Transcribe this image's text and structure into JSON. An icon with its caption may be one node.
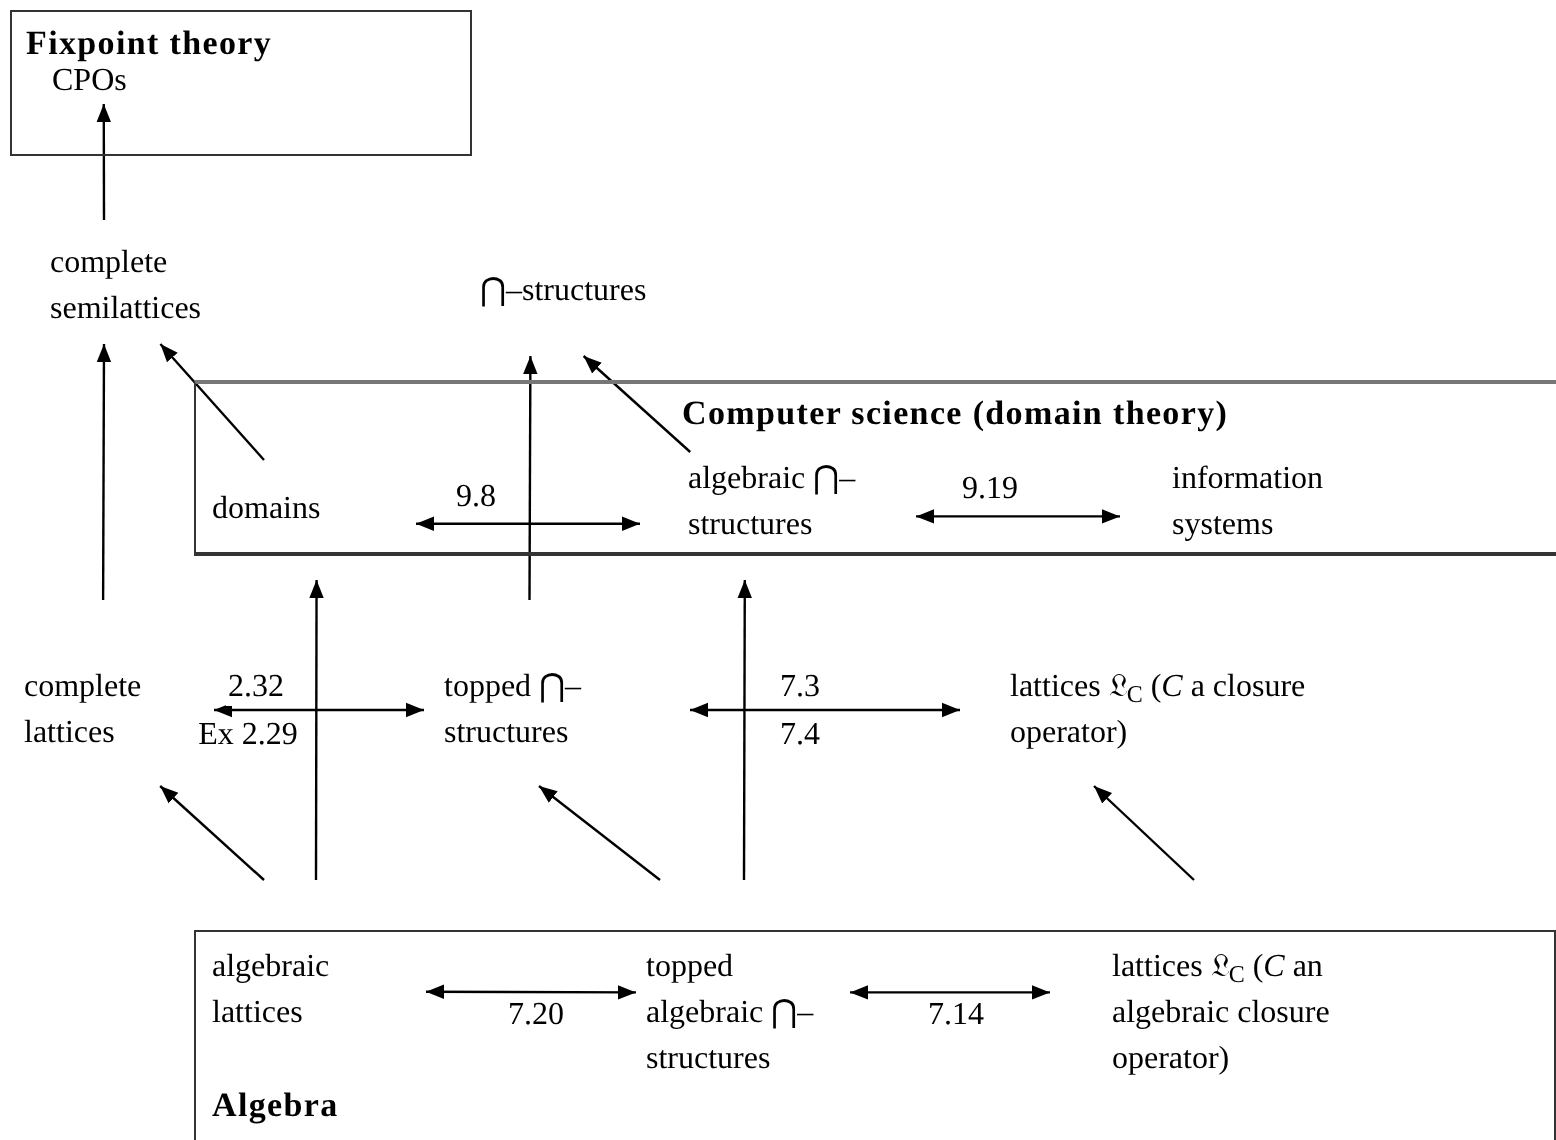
{
  "diagram": {
    "nodes": [
      {
        "text": [
          "Fixpoint theory"
        ]
      },
      {
        "text": [
          "CPOs"
        ],
        "in": 0
      },
      {
        "text": [
          "complete semilattices"
        ]
      },
      {
        "text": [
          "⋂–structures"
        ]
      },
      {
        "text": [
          "Computer science (domain theory)"
        ]
      },
      {
        "text": [
          "domains"
        ],
        "in": 4
      },
      {
        "text": [
          "algebraic ⋂–structures"
        ],
        "in": 4
      },
      {
        "text": [
          "information systems"
        ],
        "in": 4
      },
      {
        "text": [
          "complete lattices"
        ]
      },
      {
        "text": [
          "topped ⋂– structures"
        ]
      },
      {
        "text": [
          "lattices 𝔏$_{C}$ (*C* a closure operator)"
        ]
      },
      {
        "text": [
          "Algebra"
        ]
      },
      {
        "text": [
          "algebraic lattices"
        ],
        "in": 11
      },
      {
        "text": [
          "topped algebraic ⋂–structures"
        ],
        "in": 11
      },
      {
        "text": [
          "lattices 𝔏$_{C}$ (*C* an algebraic closure operator)"
        ],
        "in": 11
      }
    ],
    "edges": [
      {
        "from": 2,
        "to": 1,
        "arrow": "to"
      },
      {
        "from": 5,
        "to": 2,
        "arrow": "to"
      },
      {
        "from": 6,
        "to": 3,
        "arrow": "to"
      },
      {
        "from": 5,
        "to": 6,
        "arrow": "both",
        "label": "9.8"
      },
      {
        "from": 6,
        "to": 7,
        "arrow": "both",
        "label": "9.19"
      },
      {
        "from": 8,
        "to": 2,
        "arrow": "to"
      },
      {
        "from": 9,
        "to": 3,
        "arrow": "to"
      },
      {
        "from": 8,
        "to": 9,
        "arrow": "both",
        "label": "2.32"
      },
      {
        "from": 9,
        "to": 10,
        "arrow": "both",
        "label": "7.3"
      },
      {
        "from": 12,
        "to": 8,
        "arrow": "to"
      },
      {
        "from": 12,
        "to": 5,
        "arrow": "to"
      },
      {
        "from": 13,
        "to": 9,
        "arrow": "to"
      },
      {
        "from": 13,
        "to": 6,
        "arrow": "to"
      },
      {
        "from": 14,
        "to": 10,
        "arrow": "to"
      },
      {
        "from": 12,
        "to": 13,
        "arrow": "both",
        "label": "7.20"
      },
      {
        "from": 13,
        "to": 14,
        "arrow": "both",
        "label": "7.14"
      }
    ],
    "labels": [
      "Ex 2.29",
      "7.4"
    ]
  }
}
